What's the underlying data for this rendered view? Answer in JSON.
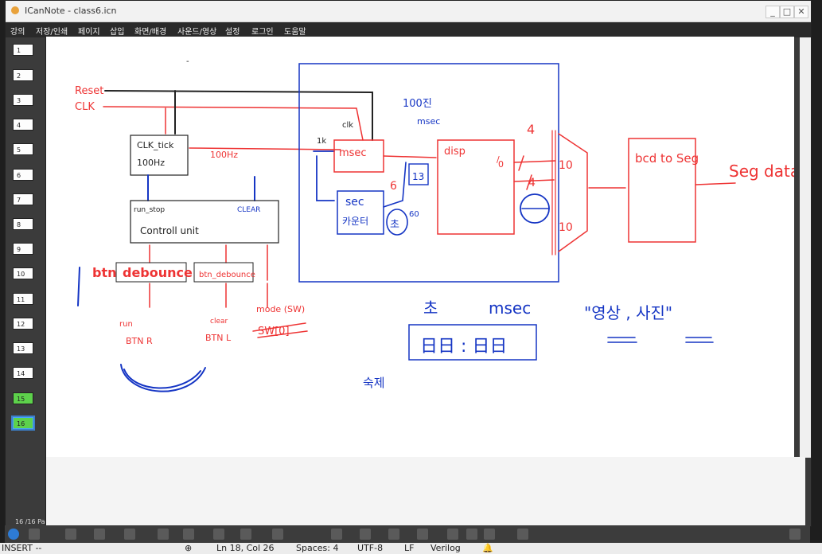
{
  "window": {
    "title": "ICanNote - class6.icn",
    "min_label": "_",
    "max_label": "□",
    "close_label": "✕"
  },
  "menu": [
    "강의",
    "저장/인쇄",
    "페이지",
    "삽입",
    "화면/배경",
    "사운드/영상",
    "설정",
    "로그인",
    "도움말"
  ],
  "pages": [
    "1",
    "2",
    "3",
    "4",
    "5",
    "6",
    "7",
    "8",
    "9",
    "10",
    "11",
    "12",
    "13",
    "14",
    "15",
    "16"
  ],
  "page_counter": "16 /16 Pa",
  "status": {
    "mode": "INSERT --",
    "position": "Ln 18, Col 26",
    "spaces": "Spaces: 4",
    "encoding": "UTF-8",
    "eol": "LF",
    "language": "Verilog"
  },
  "drawing": {
    "reset": "Reset",
    "clk": "CLK",
    "clk_tick": "CLK_tick",
    "clk_tick_freq": "100Hz",
    "freq_label": "100Hz",
    "run_stop": "run_stop",
    "clear": "CLEAR",
    "control_unit": "Controll unit",
    "btn": "btn",
    "debounce": "debounce",
    "btn_debounce": "btn_debounce",
    "mode": "mode (SW)",
    "sw": "SW[0]",
    "run": "run",
    "btn_run": "BTN R",
    "clear_small": "clear",
    "btn_clear": "BTN L",
    "clk_small": "clk",
    "one_k": "1k",
    "msec_block": "msec",
    "sec_block": "sec",
    "counter": "카운터",
    "cho": "초",
    "sixty": "60",
    "six": "6",
    "thirteen": "13",
    "hundred_min": "100진",
    "msec_top": "msec",
    "disp": "disp",
    "slash_one": "/",
    "slash_zero": "0",
    "four_a": "4",
    "four_b": "4",
    "bcd_to_seg": "bcd to Seg",
    "seg_data": "Seg data",
    "cho_label": "초",
    "msec_label": "msec",
    "display": "日日 : 日日",
    "korean_quote": "\"영상 , 사진\"",
    "sukje": "숙제",
    "mux_top": "10",
    "mux_bottom": "10",
    "dash_mark": "-"
  }
}
